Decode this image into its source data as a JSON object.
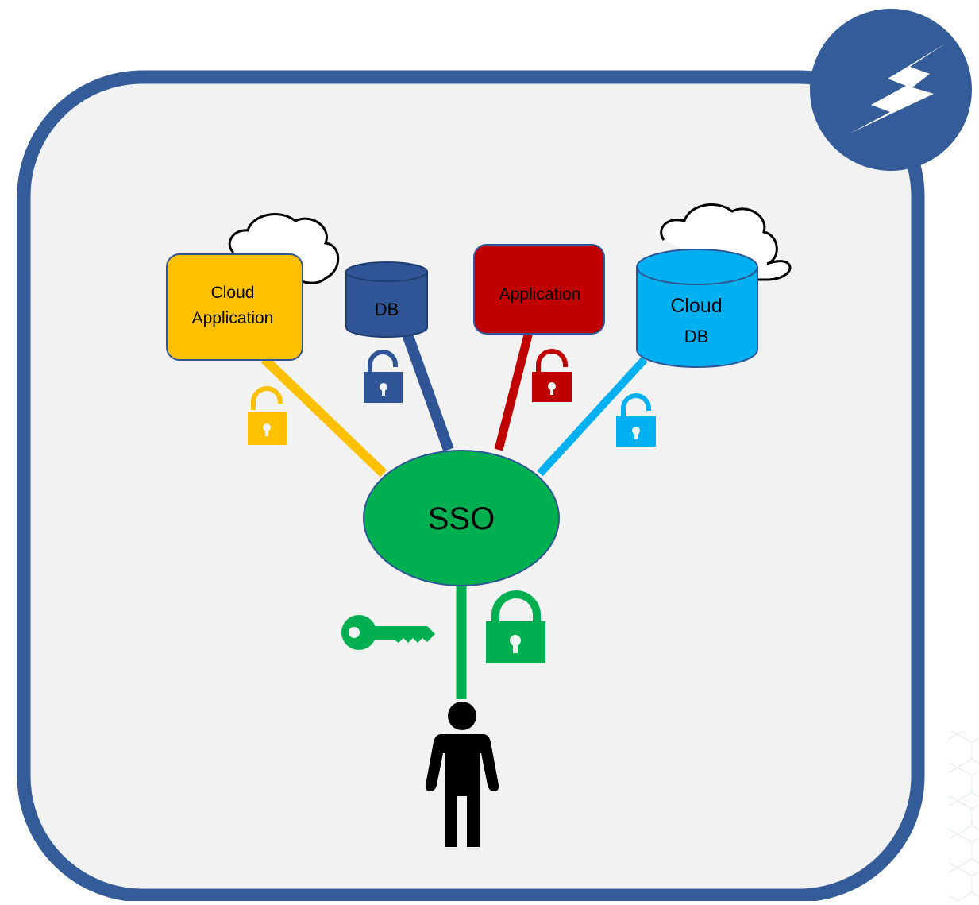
{
  "nodes": {
    "cloud_app": {
      "line1": "Cloud",
      "line2": "Application"
    },
    "db": {
      "label": "DB"
    },
    "app": {
      "label": "Application"
    },
    "cloud_db": {
      "line1": "Cloud",
      "line2": "DB"
    },
    "sso": {
      "label": "SSO"
    }
  },
  "colors": {
    "frame": "#335c99",
    "panel": "#f2f2f2",
    "cloud_app": "#ffc000",
    "db": "#2f5597",
    "app": "#c00000",
    "cloud_db": "#00b0f0",
    "sso": "#00b050",
    "person": "#000000"
  },
  "icons": [
    "lightning-icon",
    "cloud-icon",
    "lock-open-icon",
    "lock-closed-icon",
    "key-icon",
    "person-icon"
  ]
}
